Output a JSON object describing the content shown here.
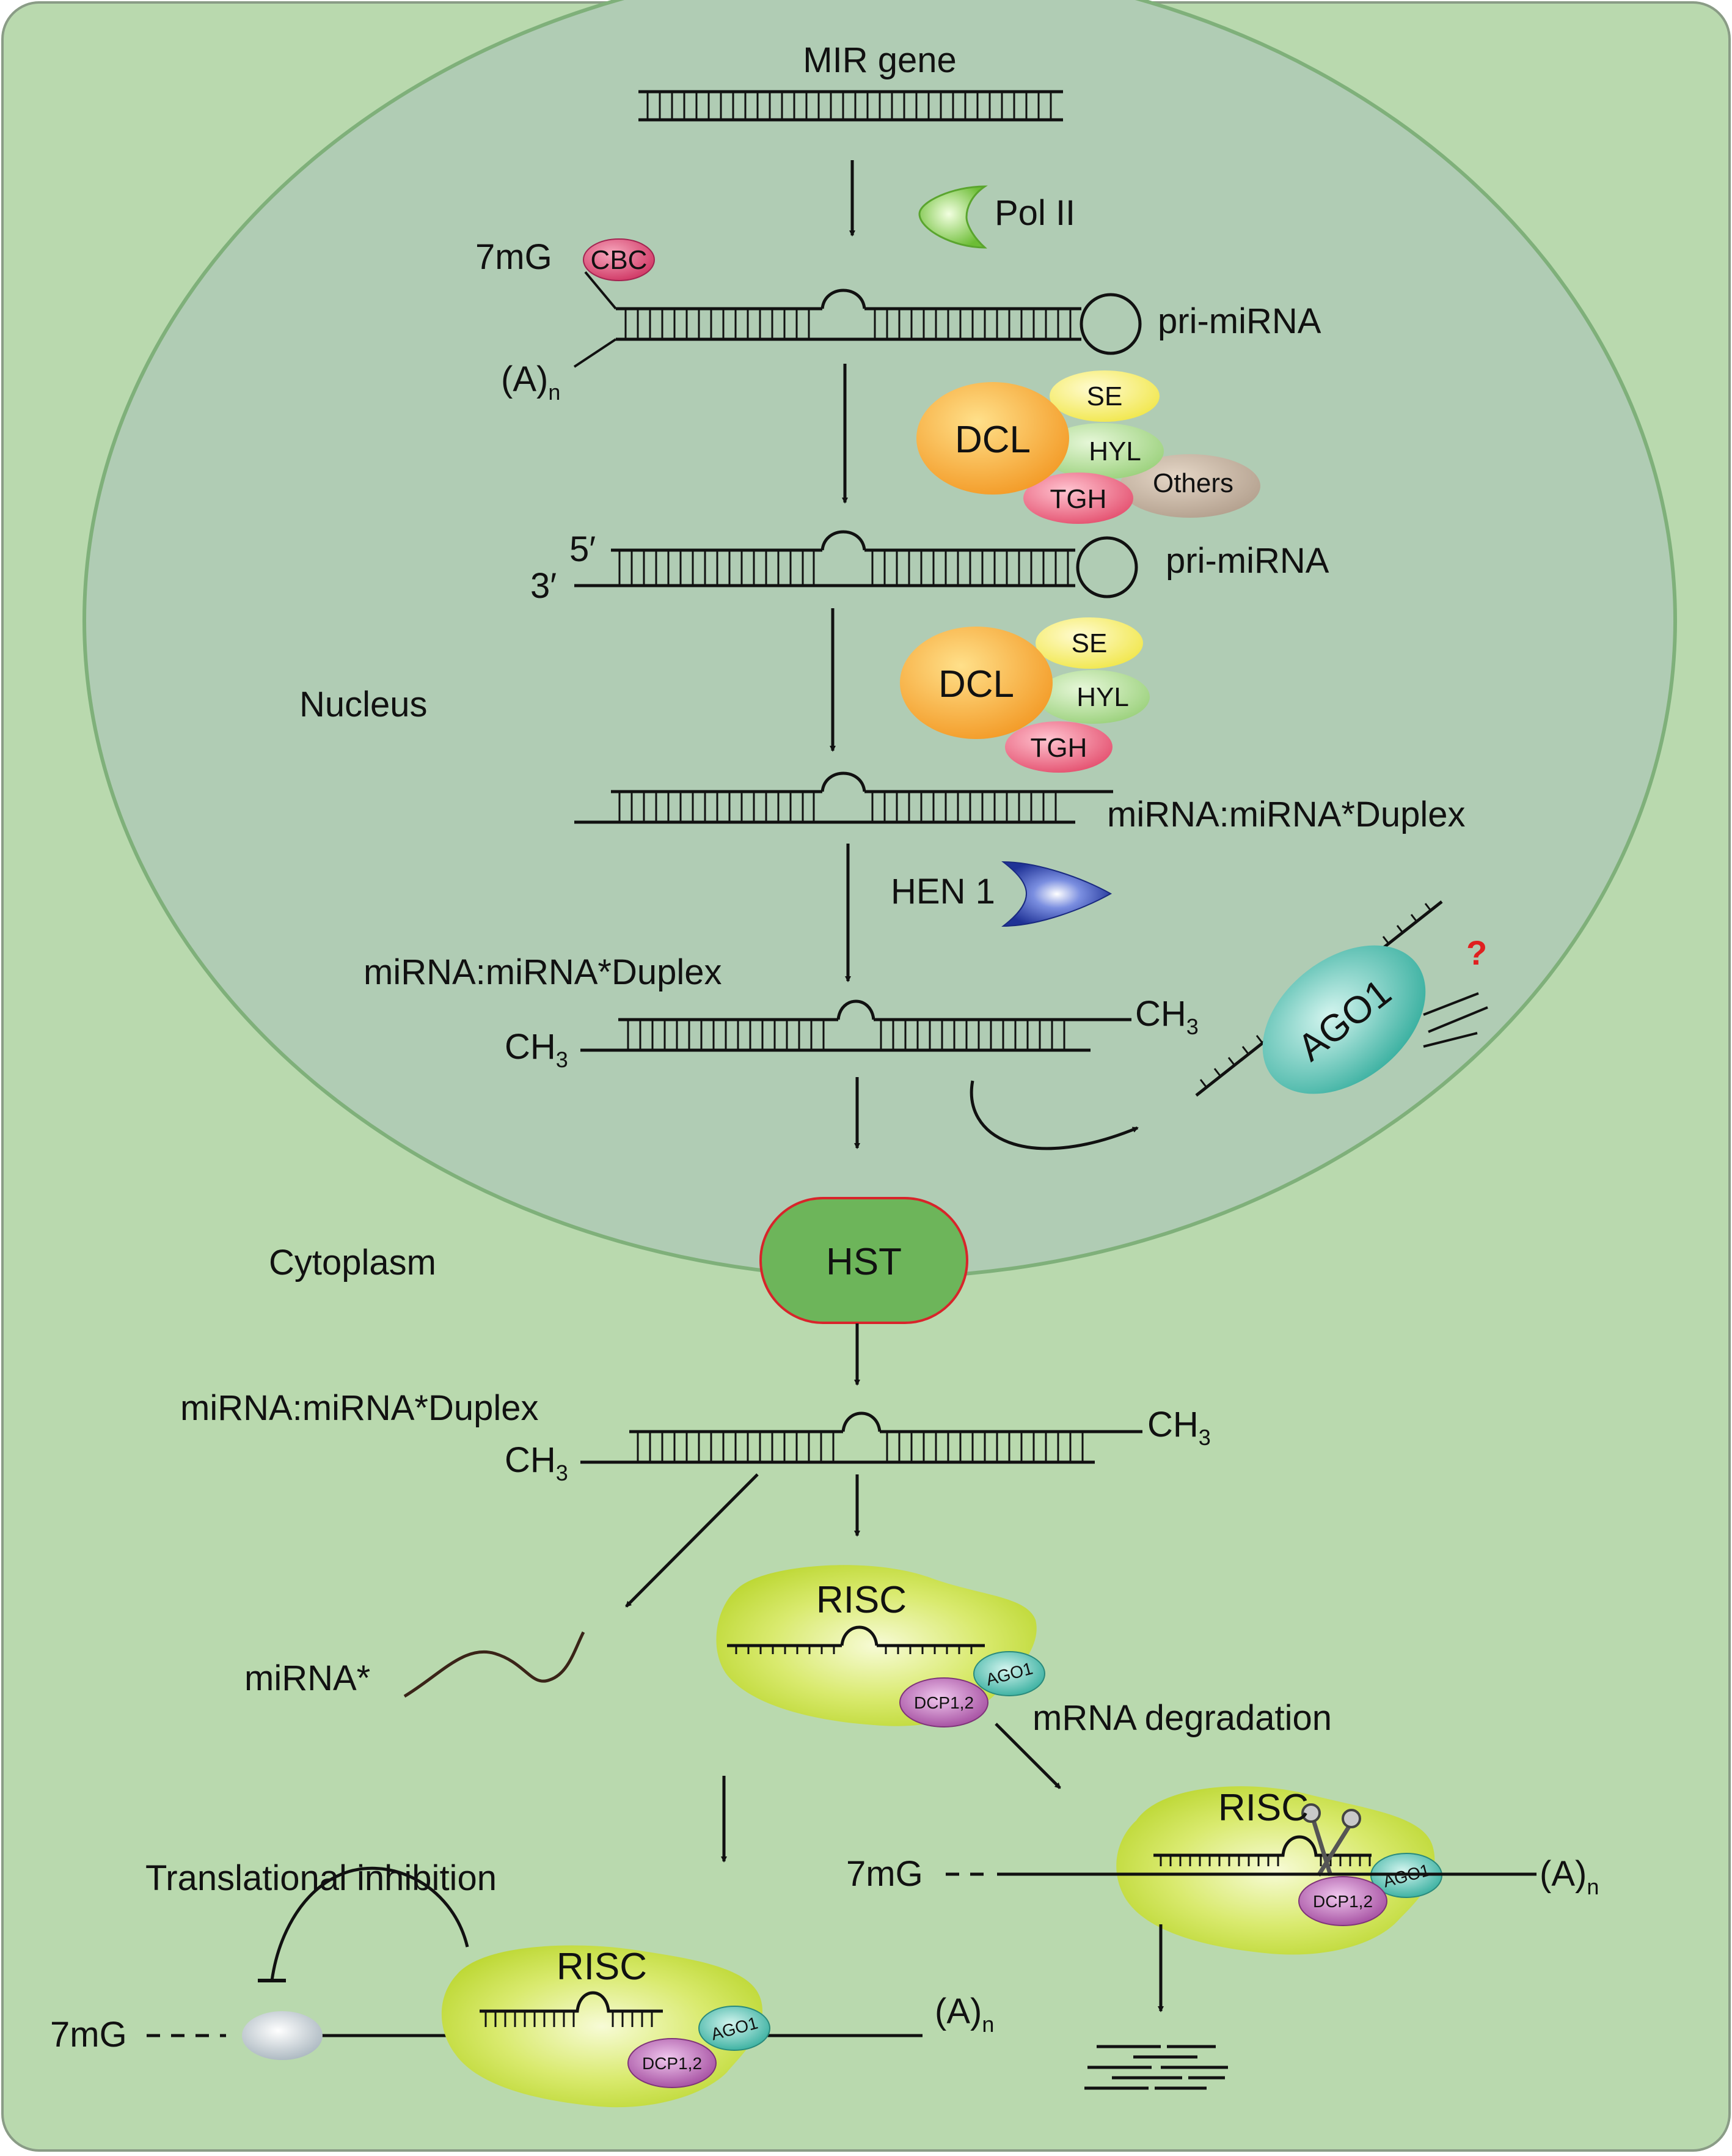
{
  "colors": {
    "cell_bg": "#b9d9ae",
    "nucleus_fill": "#b0ccb4",
    "nucleus_stroke": "#7fb07a",
    "hst_fill": "#6db55a",
    "hst_stroke": "#d8242a",
    "risc_fill": "#c3dc3a",
    "dcl": "#f39a26",
    "se": "#f3ec5b",
    "hyl": "#a9d88c",
    "tgh": "#e95b79",
    "others": "#b9a897",
    "cbc": "#d6436b",
    "pol2": "#76c23f",
    "hen1": "#2a40a8",
    "ago1": "#3fb8a8",
    "dcp": "#a955a6",
    "question": "#e02020",
    "mirna_star": "#3a2418"
  },
  "labels": {
    "mir_gene": "MIR gene",
    "pol2": "Pol II",
    "cap_7mg": "7mG",
    "cbc": "CBC",
    "polya": "(A)",
    "polya_sub": "n",
    "pri_mirna_1": "pri-miRNA",
    "pri_mirna_2": "pri-miRNA",
    "end_5": "5′",
    "end_3": "3′",
    "nucleus": "Nucleus",
    "cytoplasm": "Cytoplasm",
    "duplex_1": "miRNA:miRNA*Duplex",
    "duplex_2": "miRNA:miRNA*Duplex",
    "duplex_3": "miRNA:miRNA*Duplex",
    "hen1": "HEN 1",
    "ch3": "CH",
    "ch3_sub": "3",
    "ago1": "AGO1",
    "question": "?",
    "hst": "HST",
    "mirna_star": "miRNA*",
    "risc": "RISC",
    "dcp": "DCP1,2",
    "mrna_degradation": "mRNA degradation",
    "translational_inhibition": "Translational inhibition"
  },
  "dicing_complex": {
    "dcl": "DCL",
    "se": "SE",
    "hyl": "HYL",
    "tgh": "TGH",
    "others": "Others"
  }
}
